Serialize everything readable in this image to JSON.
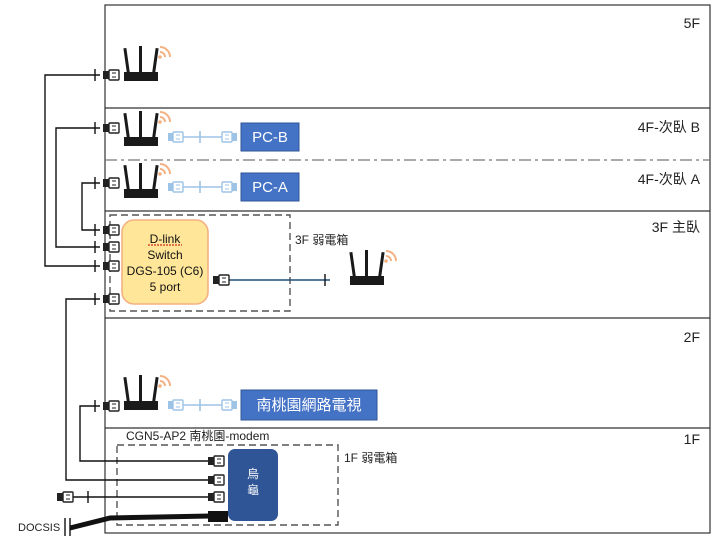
{
  "floors": {
    "f5": "5F",
    "f4b": "4F-次臥 B",
    "f4a": "4F-次臥 A",
    "f3": "3F 主臥",
    "f2": "2F",
    "f1": "1F"
  },
  "boxes": {
    "pc_b": "PC-B",
    "pc_a": "PC-A",
    "iptv": "南桃園網路電視"
  },
  "switch": {
    "line1": "D-link",
    "line2": "Switch",
    "line3": "DGS-105 (C6)",
    "line4": "5 port"
  },
  "cabinets": {
    "f3": "3F 弱電箱",
    "f1": "1F 弱電箱"
  },
  "modem": {
    "label": "CGN5-AP2 南桃園-modem",
    "name_top": "烏",
    "name_bottom": "龜"
  },
  "docsis": "DOCSIS",
  "colors": {
    "box_blue": "#4472C4",
    "switch_fill": "#FFE699",
    "switch_stroke": "#F4B183",
    "modem_fill": "#2F5597",
    "wifi": "#F4B183",
    "cable": "#111111",
    "link_blue": "#1F4E79"
  }
}
